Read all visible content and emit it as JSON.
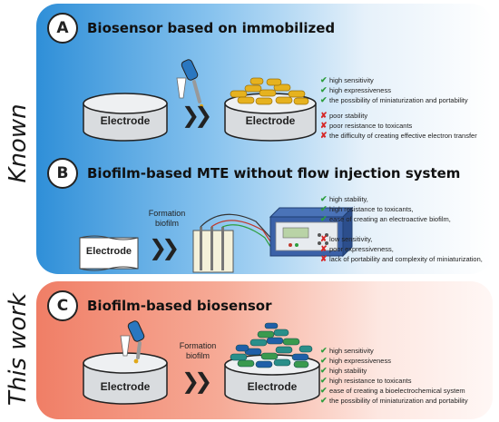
{
  "side_labels": {
    "known": "Known",
    "this_work": "This work"
  },
  "panel_a": {
    "letter": "A",
    "title": "Biosensor based on immobilized",
    "electrode_left": "Electrode",
    "electrode_right": "Electrode",
    "pros": [
      "high sensitivity",
      "high expressiveness",
      "the possibility of miniaturization and portability"
    ],
    "cons": [
      "poor stability",
      "poor resistance to toxicants",
      "the difficulty of creating effective electron transfer"
    ]
  },
  "panel_b": {
    "letter": "B",
    "title": "Biofilm-based MTE without flow injection system",
    "formation_label": "Formation\nbiofilm",
    "electrode": "Electrode",
    "pros": [
      "high stability,",
      "high resistance to toxicants,",
      "ease of creating an electroactive biofilm,"
    ],
    "cons": [
      "low sensitivity,",
      "poor expressiveness,",
      "lack of portability and complexity of miniaturization,"
    ]
  },
  "panel_c": {
    "letter": "C",
    "title": "Biofilm-based biosensor",
    "formation_label": "Formation\nbiofilm",
    "electrode_left": "Electrode",
    "electrode_right": "Electrode",
    "pros": [
      "high sensitivity",
      "high expressiveness",
      "high stability",
      "high resistance to toxicants",
      "ease of creating a bioelectrochemical system",
      "the possibility of miniaturization and portability"
    ]
  },
  "colors": {
    "known_panel": "#2f8fd8",
    "this_work_panel": "#f07e66",
    "check": "#2e9e3e",
    "cross": "#d62828"
  }
}
